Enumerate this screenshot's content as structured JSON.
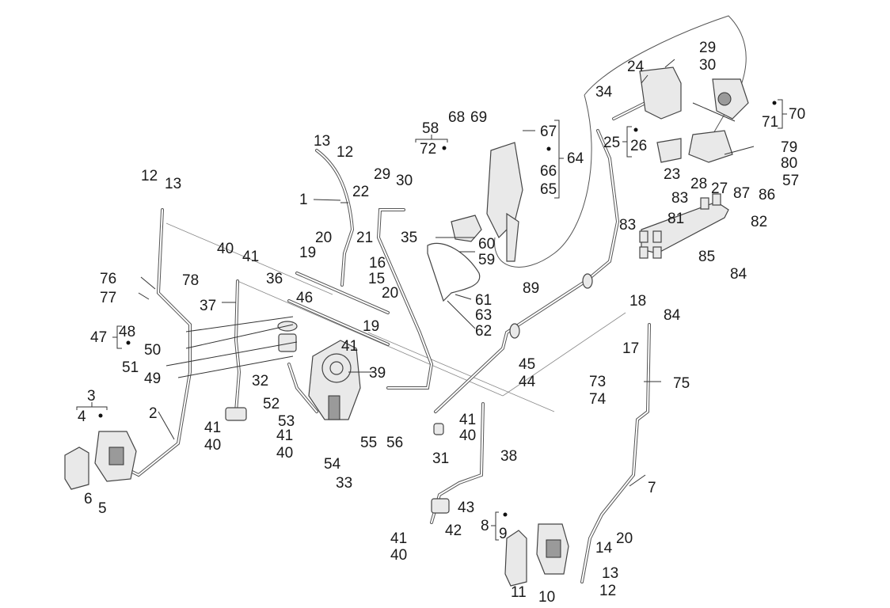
{
  "diagram": {
    "type": "exploded-parts-diagram",
    "subject": "brake system hoses, calipers and master cylinder assembly",
    "groups": [
      {
        "label": "3",
        "members": [
          "4",
          "•"
        ]
      },
      {
        "label": "8",
        "members": [
          "9",
          "•"
        ]
      },
      {
        "label": "47",
        "members": [
          "48",
          "•"
        ]
      },
      {
        "label": "58",
        "members": [
          "72",
          "•"
        ]
      },
      {
        "label": "64",
        "members": [
          "•",
          "66",
          "65"
        ]
      },
      {
        "label": "25",
        "members": [
          "•",
          "26"
        ]
      },
      {
        "label": "70",
        "members": [
          "•",
          "71"
        ]
      }
    ],
    "callouts": [
      {
        "id": "c1",
        "text": "1"
      },
      {
        "id": "c2",
        "text": "2"
      },
      {
        "id": "c3",
        "text": "3"
      },
      {
        "id": "c4",
        "text": "4"
      },
      {
        "id": "c5",
        "text": "5"
      },
      {
        "id": "c6",
        "text": "6"
      },
      {
        "id": "c7",
        "text": "7"
      },
      {
        "id": "c8",
        "text": "8"
      },
      {
        "id": "c9",
        "text": "9"
      },
      {
        "id": "c10",
        "text": "10"
      },
      {
        "id": "c11",
        "text": "11"
      },
      {
        "id": "c12a",
        "text": "12"
      },
      {
        "id": "c12b",
        "text": "12"
      },
      {
        "id": "c12c",
        "text": "12"
      },
      {
        "id": "c13a",
        "text": "13"
      },
      {
        "id": "c13b",
        "text": "13"
      },
      {
        "id": "c13c",
        "text": "13"
      },
      {
        "id": "c14",
        "text": "14"
      },
      {
        "id": "c15",
        "text": "15"
      },
      {
        "id": "c16",
        "text": "16"
      },
      {
        "id": "c17",
        "text": "17"
      },
      {
        "id": "c18",
        "text": "18"
      },
      {
        "id": "c19a",
        "text": "19"
      },
      {
        "id": "c19b",
        "text": "19"
      },
      {
        "id": "c20a",
        "text": "20"
      },
      {
        "id": "c20b",
        "text": "20"
      },
      {
        "id": "c20c",
        "text": "20"
      },
      {
        "id": "c21",
        "text": "21"
      },
      {
        "id": "c22",
        "text": "22"
      },
      {
        "id": "c23",
        "text": "23"
      },
      {
        "id": "c24",
        "text": "24"
      },
      {
        "id": "c25",
        "text": "25"
      },
      {
        "id": "c26",
        "text": "26"
      },
      {
        "id": "c27",
        "text": "27"
      },
      {
        "id": "c28",
        "text": "28"
      },
      {
        "id": "c29a",
        "text": "29"
      },
      {
        "id": "c29b",
        "text": "29"
      },
      {
        "id": "c30a",
        "text": "30"
      },
      {
        "id": "c30b",
        "text": "30"
      },
      {
        "id": "c31",
        "text": "31"
      },
      {
        "id": "c32",
        "text": "32"
      },
      {
        "id": "c33",
        "text": "33"
      },
      {
        "id": "c34",
        "text": "34"
      },
      {
        "id": "c35",
        "text": "35"
      },
      {
        "id": "c36",
        "text": "36"
      },
      {
        "id": "c37",
        "text": "37"
      },
      {
        "id": "c38",
        "text": "38"
      },
      {
        "id": "c39",
        "text": "39"
      },
      {
        "id": "c40a",
        "text": "40"
      },
      {
        "id": "c40b",
        "text": "40"
      },
      {
        "id": "c40c",
        "text": "40"
      },
      {
        "id": "c40d",
        "text": "40"
      },
      {
        "id": "c40e",
        "text": "40"
      },
      {
        "id": "c41a",
        "text": "41"
      },
      {
        "id": "c41b",
        "text": "41"
      },
      {
        "id": "c41c",
        "text": "41"
      },
      {
        "id": "c41d",
        "text": "41"
      },
      {
        "id": "c41e",
        "text": "41"
      },
      {
        "id": "c41f",
        "text": "41"
      },
      {
        "id": "c42",
        "text": "42"
      },
      {
        "id": "c43",
        "text": "43"
      },
      {
        "id": "c44",
        "text": "44"
      },
      {
        "id": "c45",
        "text": "45"
      },
      {
        "id": "c46",
        "text": "46"
      },
      {
        "id": "c47",
        "text": "47"
      },
      {
        "id": "c48",
        "text": "48"
      },
      {
        "id": "c49",
        "text": "49"
      },
      {
        "id": "c50",
        "text": "50"
      },
      {
        "id": "c51",
        "text": "51"
      },
      {
        "id": "c52",
        "text": "52"
      },
      {
        "id": "c53",
        "text": "53"
      },
      {
        "id": "c54",
        "text": "54"
      },
      {
        "id": "c55",
        "text": "55"
      },
      {
        "id": "c56",
        "text": "56"
      },
      {
        "id": "c57",
        "text": "57"
      },
      {
        "id": "c58",
        "text": "58"
      },
      {
        "id": "c59",
        "text": "59"
      },
      {
        "id": "c60",
        "text": "60"
      },
      {
        "id": "c61",
        "text": "61"
      },
      {
        "id": "c62",
        "text": "62"
      },
      {
        "id": "c63",
        "text": "63"
      },
      {
        "id": "c64",
        "text": "64"
      },
      {
        "id": "c65",
        "text": "65"
      },
      {
        "id": "c66",
        "text": "66"
      },
      {
        "id": "c67",
        "text": "67"
      },
      {
        "id": "c68",
        "text": "68"
      },
      {
        "id": "c69",
        "text": "69"
      },
      {
        "id": "c70",
        "text": "70"
      },
      {
        "id": "c71",
        "text": "71"
      },
      {
        "id": "c72",
        "text": "72"
      },
      {
        "id": "c73",
        "text": "73"
      },
      {
        "id": "c74",
        "text": "74"
      },
      {
        "id": "c75",
        "text": "75"
      },
      {
        "id": "c76",
        "text": "76"
      },
      {
        "id": "c77",
        "text": "77"
      },
      {
        "id": "c78",
        "text": "78"
      },
      {
        "id": "c79",
        "text": "79"
      },
      {
        "id": "c80",
        "text": "80"
      },
      {
        "id": "c81",
        "text": "81"
      },
      {
        "id": "c82",
        "text": "82"
      },
      {
        "id": "c83a",
        "text": "83"
      },
      {
        "id": "c83b",
        "text": "83"
      },
      {
        "id": "c84a",
        "text": "84"
      },
      {
        "id": "c84b",
        "text": "84"
      },
      {
        "id": "c85",
        "text": "85"
      },
      {
        "id": "c86",
        "text": "86"
      },
      {
        "id": "c87",
        "text": "87"
      },
      {
        "id": "c89",
        "text": "89"
      }
    ]
  }
}
